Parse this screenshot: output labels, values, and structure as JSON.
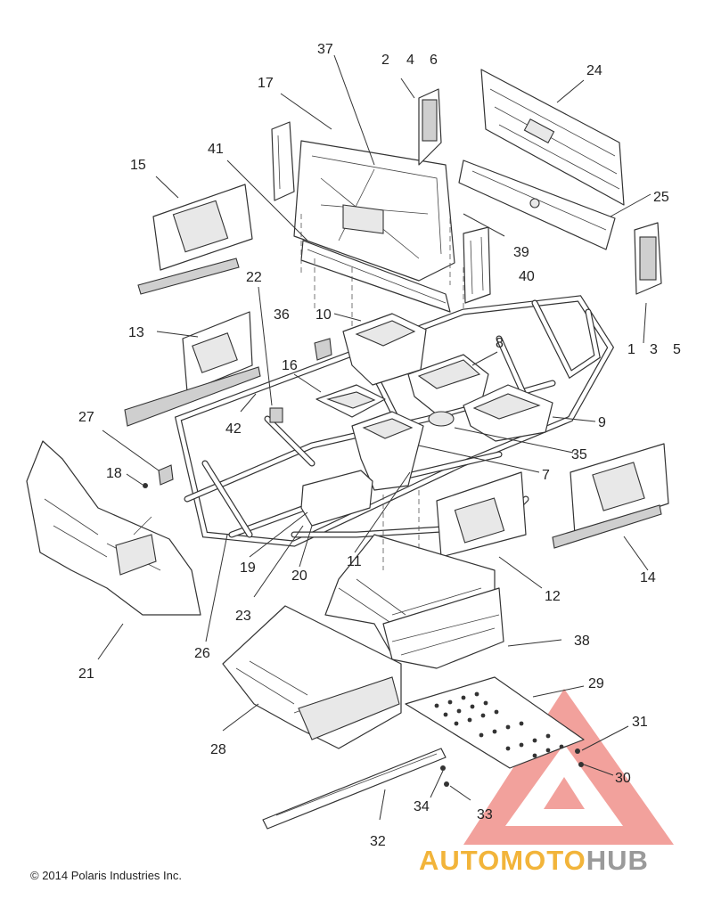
{
  "diagram": {
    "callouts": [
      "37",
      "2",
      "4",
      "6",
      "24",
      "17",
      "41",
      "15",
      "25",
      "39",
      "40",
      "22",
      "36",
      "10",
      "13",
      "16",
      "1",
      "3",
      "5",
      "8",
      "27",
      "42",
      "9",
      "35",
      "18",
      "7",
      "14",
      "12",
      "11",
      "19",
      "20",
      "23",
      "38",
      "21",
      "26",
      "29",
      "31",
      "28",
      "30",
      "34",
      "33",
      "32"
    ],
    "copyright": "© 2014 Polaris Industries Inc.",
    "watermark": {
      "brand_part1": "AUTO",
      "brand_part2": "MOTO",
      "brand_part3": "HUB",
      "colors": {
        "triangle": "#e8564d",
        "brand_yellow": "#f2b43a",
        "brand_gray": "#9a9a9a"
      }
    }
  }
}
